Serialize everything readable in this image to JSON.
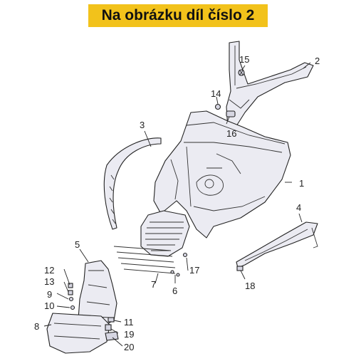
{
  "banner": {
    "title": "Na obrázku díl číslo 2",
    "color": "#f2c21b"
  },
  "callouts": {
    "c1": "1",
    "c2": "2",
    "c3": "3",
    "c4": "4",
    "c5": "5",
    "c6": "6",
    "c7": "7",
    "c8": "8",
    "c9": "9",
    "c10": "10",
    "c11": "11",
    "c12": "12",
    "c13": "13",
    "c14": "14",
    "c15": "15",
    "c16": "16",
    "c17": "17",
    "c18": "18",
    "c19": "19",
    "c20": "20"
  }
}
